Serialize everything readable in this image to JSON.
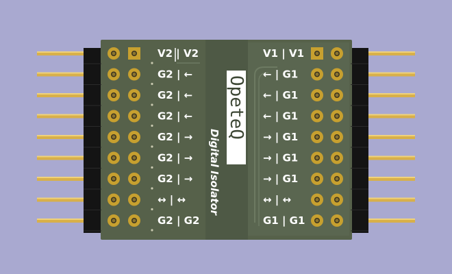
{
  "board": {
    "logo": "OpeteQ",
    "subtitle": "Digital Isolator",
    "left_labels": [
      "V2 | V2",
      "G2 | ←",
      "G2 | ←",
      "G2 | ←",
      "G2 | →",
      "G2 | →",
      "G2 | →",
      "↔ | ↔",
      "G2 | G2"
    ],
    "right_labels": [
      "V1 | V1",
      "← | G1",
      "← | G1",
      "← | G1",
      "→ | G1",
      "→ | G1",
      "→ | G1",
      "↔ | ↔",
      "G1 | G1"
    ],
    "pin_rows": 9,
    "colors": {
      "background": "#a9a9d0",
      "pcb": "#56614a",
      "pcb_center": "#4e5945",
      "pad_gold": "#c7a02f",
      "pin_gold": "#d8b04a",
      "header_black": "#141414",
      "silkscreen": "#ffffff"
    }
  }
}
